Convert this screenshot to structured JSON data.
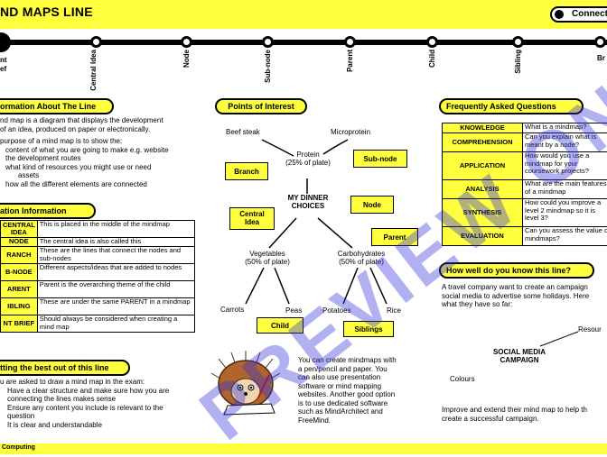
{
  "header": {
    "title": "ND MAPS LINE",
    "connect_label": "Connect"
  },
  "timeline": {
    "first_label": "nt",
    "first_label2": "ef",
    "labels": [
      "Central Idea",
      "Node",
      "Sub-node",
      "Parent",
      "Child",
      "Sibling"
    ],
    "last_label": "Br"
  },
  "info": {
    "heading": "ormation About The Line",
    "lines": [
      "nd map is a diagram that displays the development",
      "of an idea, produced on paper or electronically.",
      "purpose of a mind map is to show the:",
      "content of what you are going to make e.g. website",
      "the development routes",
      "what kind of resources you might use or need",
      "assets",
      "how all the different elements are connected"
    ]
  },
  "tinfo": {
    "heading": "ation Information",
    "rows": [
      {
        "k": "CENTRAL IDEA",
        "v": "This is placed in the middle of the mindmap"
      },
      {
        "k": "NODE",
        "v": "The central idea is also called this"
      },
      {
        "k": "RANCH",
        "v": "These are the lines that connect the nodes and sub-nodes"
      },
      {
        "k": "B-NODE",
        "v": "Different aspects/ideas that are added to nodes"
      },
      {
        "k": "ARENT",
        "v": "Parent is the overarching theme of the child"
      },
      {
        "k": "IBLING",
        "v": "These are under the same PARENT in a mindmap"
      },
      {
        "k": "NT BRIEF",
        "v": "Should always be considered when creating a mind map"
      }
    ]
  },
  "best": {
    "heading": "tting the best out of this line",
    "lines": [
      "u are asked to draw a mind map in the exam:",
      "Have a clear structure and make sure how you are",
      "connecting the lines makes sense",
      "Ensure any content you include is relevant to the",
      "question",
      "It is clear and understandable"
    ]
  },
  "poi": {
    "heading": "Points of Interest",
    "beef": "Beef steak",
    "micro": "Microprotein",
    "protein1": "Protein",
    "protein2": "(25% of plate)",
    "center1": "MY DINNER",
    "center2": "CHOICES",
    "veg1": "Vegetables",
    "veg2": "(50% of plate)",
    "carb1": "Carbohydrates",
    "carb2": "(50% of plate)",
    "carrots": "Carrots",
    "peas": "Peas",
    "potatoes": "Potatoes",
    "rice": "Rice",
    "tags": {
      "branch": "Branch",
      "subnode": "Sub-node",
      "central1": "Central",
      "central2": "Idea",
      "node": "Node",
      "parent": "Parent",
      "child": "Child",
      "siblings": "Siblings"
    }
  },
  "create": {
    "lines": [
      "You can create mindmaps with",
      "a pen/pencil and paper. You",
      "can also use presentation",
      "software or mind mapping",
      "websites. Another good option",
      "is to use dedicated software",
      "such as MindArchitect and",
      "FreeMind."
    ]
  },
  "faq": {
    "heading": "Frequently Asked Questions",
    "rows": [
      {
        "k": "KNOWLEDGE",
        "v": "What is a mindmap?"
      },
      {
        "k": "COMPREHENSION",
        "v": "Can you explain what is meant by a node?"
      },
      {
        "k": "APPLICATION",
        "v": "How would you use a mindmap for your coursework projects?"
      },
      {
        "k": "ANALYSIS",
        "v": "What are the main features of a mindmap"
      },
      {
        "k": "SYNTHESIS",
        "v": "How could you improve a level 2 mindmap so it is level 3?"
      },
      {
        "k": "EVALUATION",
        "v": "Can you assess the value of mindmaps?"
      }
    ]
  },
  "know": {
    "heading": "How well do you know this line?",
    "lines": [
      "A travel company want to create an campaign",
      "social media to advertise some holidays. Here",
      "what they have so far:"
    ],
    "social1": "SOCIAL MEDIA",
    "social2": "CAMPAIGN",
    "resources": "Resour",
    "colours": "Colours",
    "improve1": "Improve and extend their mind map to help th",
    "improve2": "create a successful campaign."
  },
  "watermark": "PREVIEW ONLY",
  "footer": "Computing"
}
